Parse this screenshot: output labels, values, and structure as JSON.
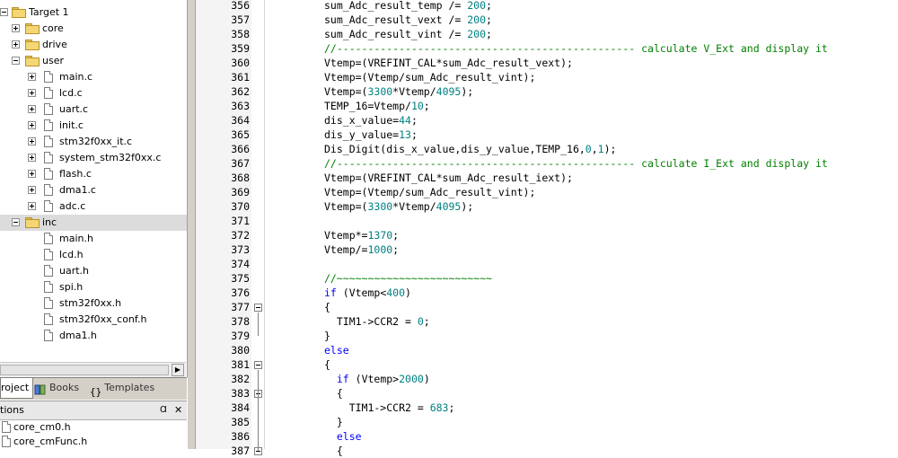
{
  "project_tree": {
    "rows": [
      {
        "label": "Target 1",
        "kind": "folder",
        "expander": "minus",
        "depth": 0
      },
      {
        "label": "core",
        "kind": "folder",
        "expander": "plus",
        "depth": 1
      },
      {
        "label": "drive",
        "kind": "folder",
        "expander": "plus",
        "depth": 1
      },
      {
        "label": "user",
        "kind": "folder",
        "expander": "minus",
        "depth": 1
      },
      {
        "label": "main.c",
        "kind": "file",
        "expander": "plus",
        "depth": 2
      },
      {
        "label": "lcd.c",
        "kind": "file",
        "expander": "plus",
        "depth": 2
      },
      {
        "label": "uart.c",
        "kind": "file",
        "expander": "plus",
        "depth": 2
      },
      {
        "label": "init.c",
        "kind": "file",
        "expander": "plus",
        "depth": 2
      },
      {
        "label": "stm32f0xx_it.c",
        "kind": "file",
        "expander": "plus",
        "depth": 2
      },
      {
        "label": "system_stm32f0xx.c",
        "kind": "file",
        "expander": "plus",
        "depth": 2
      },
      {
        "label": "flash.c",
        "kind": "file",
        "expander": "plus",
        "depth": 2
      },
      {
        "label": "dma1.c",
        "kind": "file",
        "expander": "plus",
        "depth": 2
      },
      {
        "label": "adc.c",
        "kind": "file",
        "expander": "plus",
        "depth": 2
      },
      {
        "label": "inc",
        "kind": "folder",
        "expander": "minus",
        "depth": 1,
        "selected": true
      },
      {
        "label": "main.h",
        "kind": "file",
        "expander": "none",
        "depth": 2
      },
      {
        "label": "lcd.h",
        "kind": "file",
        "expander": "none",
        "depth": 2
      },
      {
        "label": "uart.h",
        "kind": "file",
        "expander": "none",
        "depth": 2
      },
      {
        "label": "spi.h",
        "kind": "file",
        "expander": "none",
        "depth": 2
      },
      {
        "label": "stm32f0xx.h",
        "kind": "file",
        "expander": "none",
        "depth": 2
      },
      {
        "label": "stm32f0xx_conf.h",
        "kind": "file",
        "expander": "none",
        "depth": 2
      },
      {
        "label": "dma1.h",
        "kind": "file",
        "expander": "none",
        "depth": 2
      }
    ]
  },
  "scrollbar": {
    "right_arrow": "▶"
  },
  "panel_tabs": [
    {
      "label": "roject",
      "icon": "project-icon",
      "active": true
    },
    {
      "label": "Books",
      "icon": "books-icon",
      "active": false
    },
    {
      "label": "Templates",
      "icon": "templates-icon",
      "glyph": "{}",
      "active": false
    }
  ],
  "functions_panel": {
    "title": "tions",
    "pin_glyph": "Ɑ",
    "close_glyph": "✕",
    "items": [
      "core_cm0.h",
      "core_cmFunc.h"
    ]
  },
  "colors": {
    "number": "#008080",
    "comment": "#008000",
    "keyword": "#0000ff",
    "selected_row": "#dcdcdc"
  },
  "editor": {
    "lines": [
      {
        "n": "356",
        "tokens": [
          {
            "t": "sum_Adc_result_temp /= ",
            "c": ""
          },
          {
            "t": "200",
            "c": "num"
          },
          {
            "t": ";",
            "c": ""
          }
        ]
      },
      {
        "n": "357",
        "tokens": [
          {
            "t": "sum_Adc_result_vext /= ",
            "c": ""
          },
          {
            "t": "200",
            "c": "num"
          },
          {
            "t": ";",
            "c": ""
          }
        ]
      },
      {
        "n": "358",
        "tokens": [
          {
            "t": "sum_Adc_result_vint /= ",
            "c": ""
          },
          {
            "t": "200",
            "c": "num"
          },
          {
            "t": ";",
            "c": ""
          }
        ]
      },
      {
        "n": "359",
        "tokens": [
          {
            "t": "//------------------------------------------------ calculate V_Ext and display it",
            "c": "cmt"
          }
        ]
      },
      {
        "n": "360",
        "tokens": [
          {
            "t": "Vtemp=(VREFINT_CAL*sum_Adc_result_vext);",
            "c": ""
          }
        ]
      },
      {
        "n": "361",
        "tokens": [
          {
            "t": "Vtemp=(Vtemp/sum_Adc_result_vint);",
            "c": ""
          }
        ]
      },
      {
        "n": "362",
        "tokens": [
          {
            "t": "Vtemp=(",
            "c": ""
          },
          {
            "t": "3300",
            "c": "num"
          },
          {
            "t": "*Vtemp/",
            "c": ""
          },
          {
            "t": "4095",
            "c": "num"
          },
          {
            "t": ");",
            "c": ""
          }
        ]
      },
      {
        "n": "363",
        "tokens": [
          {
            "t": "TEMP_16=Vtemp/",
            "c": ""
          },
          {
            "t": "10",
            "c": "num"
          },
          {
            "t": ";",
            "c": ""
          }
        ]
      },
      {
        "n": "364",
        "tokens": [
          {
            "t": "dis_x_value=",
            "c": ""
          },
          {
            "t": "44",
            "c": "num"
          },
          {
            "t": ";",
            "c": ""
          }
        ]
      },
      {
        "n": "365",
        "tokens": [
          {
            "t": "dis_y_value=",
            "c": ""
          },
          {
            "t": "13",
            "c": "num"
          },
          {
            "t": ";",
            "c": ""
          }
        ]
      },
      {
        "n": "366",
        "tokens": [
          {
            "t": "Dis_Digit(dis_x_value,dis_y_value,TEMP_16,",
            "c": ""
          },
          {
            "t": "0",
            "c": "num"
          },
          {
            "t": ",",
            "c": ""
          },
          {
            "t": "1",
            "c": "num"
          },
          {
            "t": ");",
            "c": ""
          }
        ]
      },
      {
        "n": "367",
        "tokens": [
          {
            "t": "//------------------------------------------------ calculate I_Ext and display it",
            "c": "cmt"
          }
        ]
      },
      {
        "n": "368",
        "tokens": [
          {
            "t": "Vtemp=(VREFINT_CAL*sum_Adc_result_iext);",
            "c": ""
          }
        ]
      },
      {
        "n": "369",
        "tokens": [
          {
            "t": "Vtemp=(Vtemp/sum_Adc_result_vint);",
            "c": ""
          }
        ]
      },
      {
        "n": "370",
        "tokens": [
          {
            "t": "Vtemp=(",
            "c": ""
          },
          {
            "t": "3300",
            "c": "num"
          },
          {
            "t": "*Vtemp/",
            "c": ""
          },
          {
            "t": "4095",
            "c": "num"
          },
          {
            "t": ");",
            "c": ""
          }
        ]
      },
      {
        "n": "371",
        "tokens": []
      },
      {
        "n": "372",
        "tokens": [
          {
            "t": "Vtemp*=",
            "c": ""
          },
          {
            "t": "1370",
            "c": "num"
          },
          {
            "t": ";",
            "c": ""
          }
        ]
      },
      {
        "n": "373",
        "tokens": [
          {
            "t": "Vtemp/=",
            "c": ""
          },
          {
            "t": "1000",
            "c": "num"
          },
          {
            "t": ";",
            "c": ""
          }
        ]
      },
      {
        "n": "374",
        "tokens": []
      },
      {
        "n": "375",
        "tokens": [
          {
            "t": "//~~~~~~~~~~~~~~~~~~~~~~~~~",
            "c": "cmt"
          }
        ]
      },
      {
        "n": "376",
        "tokens": [
          {
            "t": "if",
            "c": "kw"
          },
          {
            "t": " (Vtemp<",
            "c": ""
          },
          {
            "t": "400",
            "c": "num"
          },
          {
            "t": ")",
            "c": ""
          }
        ]
      },
      {
        "n": "377",
        "fold": true,
        "tokens": [
          {
            "t": "{",
            "c": ""
          }
        ]
      },
      {
        "n": "378",
        "tokens": [
          {
            "t": "  TIM1->CCR2 = ",
            "c": ""
          },
          {
            "t": "0",
            "c": "num"
          },
          {
            "t": ";",
            "c": ""
          }
        ]
      },
      {
        "n": "379",
        "tokens": [
          {
            "t": "}",
            "c": ""
          }
        ]
      },
      {
        "n": "380",
        "tokens": [
          {
            "t": "else",
            "c": "kw"
          }
        ]
      },
      {
        "n": "381",
        "fold": true,
        "tokens": [
          {
            "t": "{",
            "c": ""
          }
        ]
      },
      {
        "n": "382",
        "tokens": [
          {
            "t": "  ",
            "c": ""
          },
          {
            "t": "if",
            "c": "kw"
          },
          {
            "t": " (Vtemp>",
            "c": ""
          },
          {
            "t": "2000",
            "c": "num"
          },
          {
            "t": ")",
            "c": ""
          }
        ]
      },
      {
        "n": "383",
        "fold": true,
        "tokens": [
          {
            "t": "  {",
            "c": ""
          }
        ]
      },
      {
        "n": "384",
        "tokens": [
          {
            "t": "    TIM1->CCR2 = ",
            "c": ""
          },
          {
            "t": "683",
            "c": "num"
          },
          {
            "t": ";",
            "c": ""
          }
        ]
      },
      {
        "n": "385",
        "tokens": [
          {
            "t": "  }",
            "c": ""
          }
        ]
      },
      {
        "n": "386",
        "tokens": [
          {
            "t": "  ",
            "c": ""
          },
          {
            "t": "else",
            "c": "kw"
          }
        ]
      },
      {
        "n": "387",
        "fold": true,
        "tokens": [
          {
            "t": "  {",
            "c": ""
          }
        ]
      }
    ]
  }
}
